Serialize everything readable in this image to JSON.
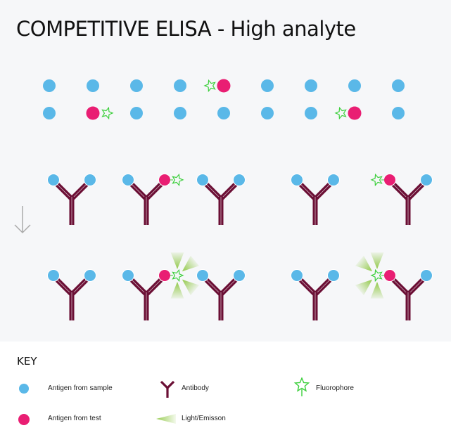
{
  "title": "COMPETITIVE ELISA - High analyte",
  "colors": {
    "background": "#f6f7f9",
    "antigen_sample": "#5ab8e8",
    "antigen_test": "#e91e73",
    "antibody": "#6b0f35",
    "fluorophore": "#3ccf3c",
    "emission": "#8cc63f",
    "arrow": "#aaaaaa"
  },
  "free_antigens": {
    "row1": [
      "sample",
      "sample",
      "sample",
      "sample",
      "test-left-star",
      "sample",
      "sample",
      "sample",
      "sample"
    ],
    "row2": [
      "sample",
      "test-right-star",
      "sample",
      "sample",
      "sample",
      "sample",
      "sample",
      "test-left-star",
      "sample"
    ]
  },
  "antibodies_before": [
    {
      "left": "sample",
      "right": "sample"
    },
    {
      "left": "sample",
      "right": "test"
    },
    {
      "left": "sample",
      "right": "sample"
    },
    {
      "left": "sample",
      "right": "sample"
    },
    {
      "left": "test",
      "right": "sample"
    }
  ],
  "antibodies_after": [
    {
      "left": "sample",
      "right": "sample",
      "emitting": false
    },
    {
      "left": "sample",
      "right": "test",
      "emitting": true
    },
    {
      "left": "sample",
      "right": "sample",
      "emitting": false
    },
    {
      "left": "sample",
      "right": "sample",
      "emitting": false
    },
    {
      "left": "test",
      "right": "sample",
      "emitting": true
    }
  ],
  "key": {
    "title": "KEY",
    "items": [
      {
        "icon": "antigen-sample-icon",
        "label": "Antigen from sample"
      },
      {
        "icon": "antibody-icon",
        "label": "Antibody"
      },
      {
        "icon": "fluorophore-icon",
        "label": "Fluorophore"
      },
      {
        "icon": "antigen-test-icon",
        "label": "Antigen from test"
      },
      {
        "icon": "emission-icon",
        "label": "Light/Emisson"
      }
    ]
  }
}
